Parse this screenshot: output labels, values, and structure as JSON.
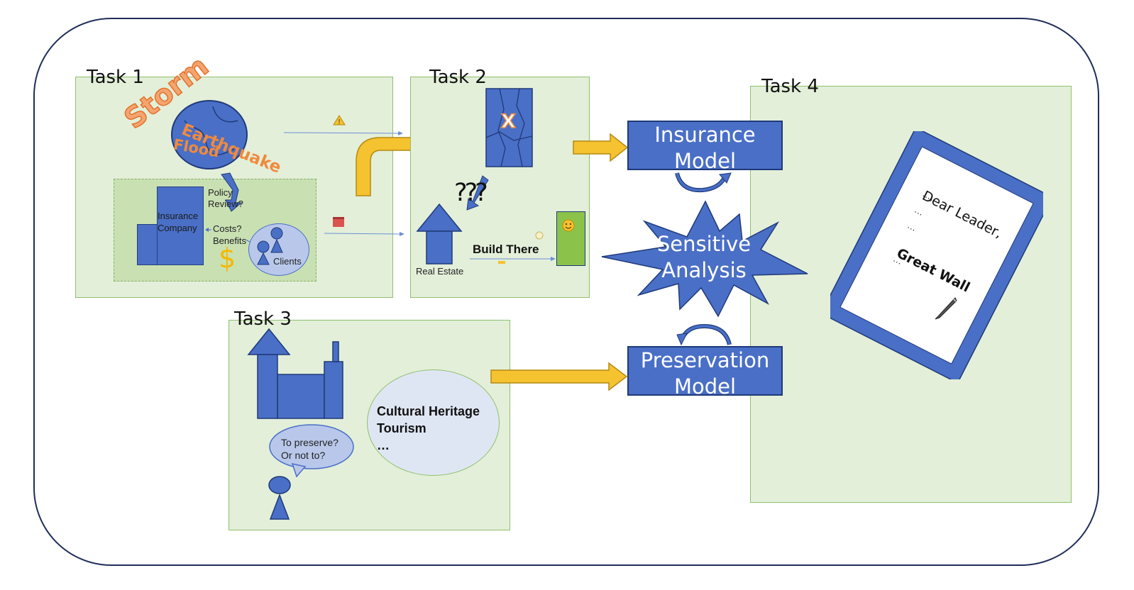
{
  "tasks": {
    "task1": {
      "label": "Task 1"
    },
    "task2": {
      "label": "Task 2"
    },
    "task3": {
      "label": "Task 3"
    },
    "task4": {
      "label": "Task 4"
    }
  },
  "task1": {
    "disasters": {
      "storm": "Storm",
      "earthquake": "Earthquake",
      "flood": "Flood"
    },
    "insurance_company": "Insurance\nCompany",
    "policy_review": "Policy\nReview?",
    "costs_benefits": "Costs?\nBenefits",
    "clients": "Clients",
    "dollar": "$"
  },
  "task2": {
    "map_mark": "X",
    "question": "???",
    "real_estate": "Real Estate",
    "build_there": "Build There"
  },
  "task3": {
    "speech": "To preserve?\nOr not to?",
    "bubble": "Cultural Heritage\nTourism\n…"
  },
  "models": {
    "insurance": "Insurance\nModel",
    "sensitive": "Sensitive\nAnalysis",
    "preservation": "Preservation\nModel"
  },
  "letter": {
    "salutation": "Dear Leader,",
    "dots": [
      "…,",
      "…",
      "…"
    ],
    "subject": "Great Wall",
    "trailing": "…"
  },
  "colors": {
    "panel_fill": "#e3efd9",
    "panel_border": "#8fc06a",
    "shape_blue": "#4a6fc7",
    "arrow_yellow": "#f5c230",
    "disaster_orange": "#f08a3c"
  }
}
